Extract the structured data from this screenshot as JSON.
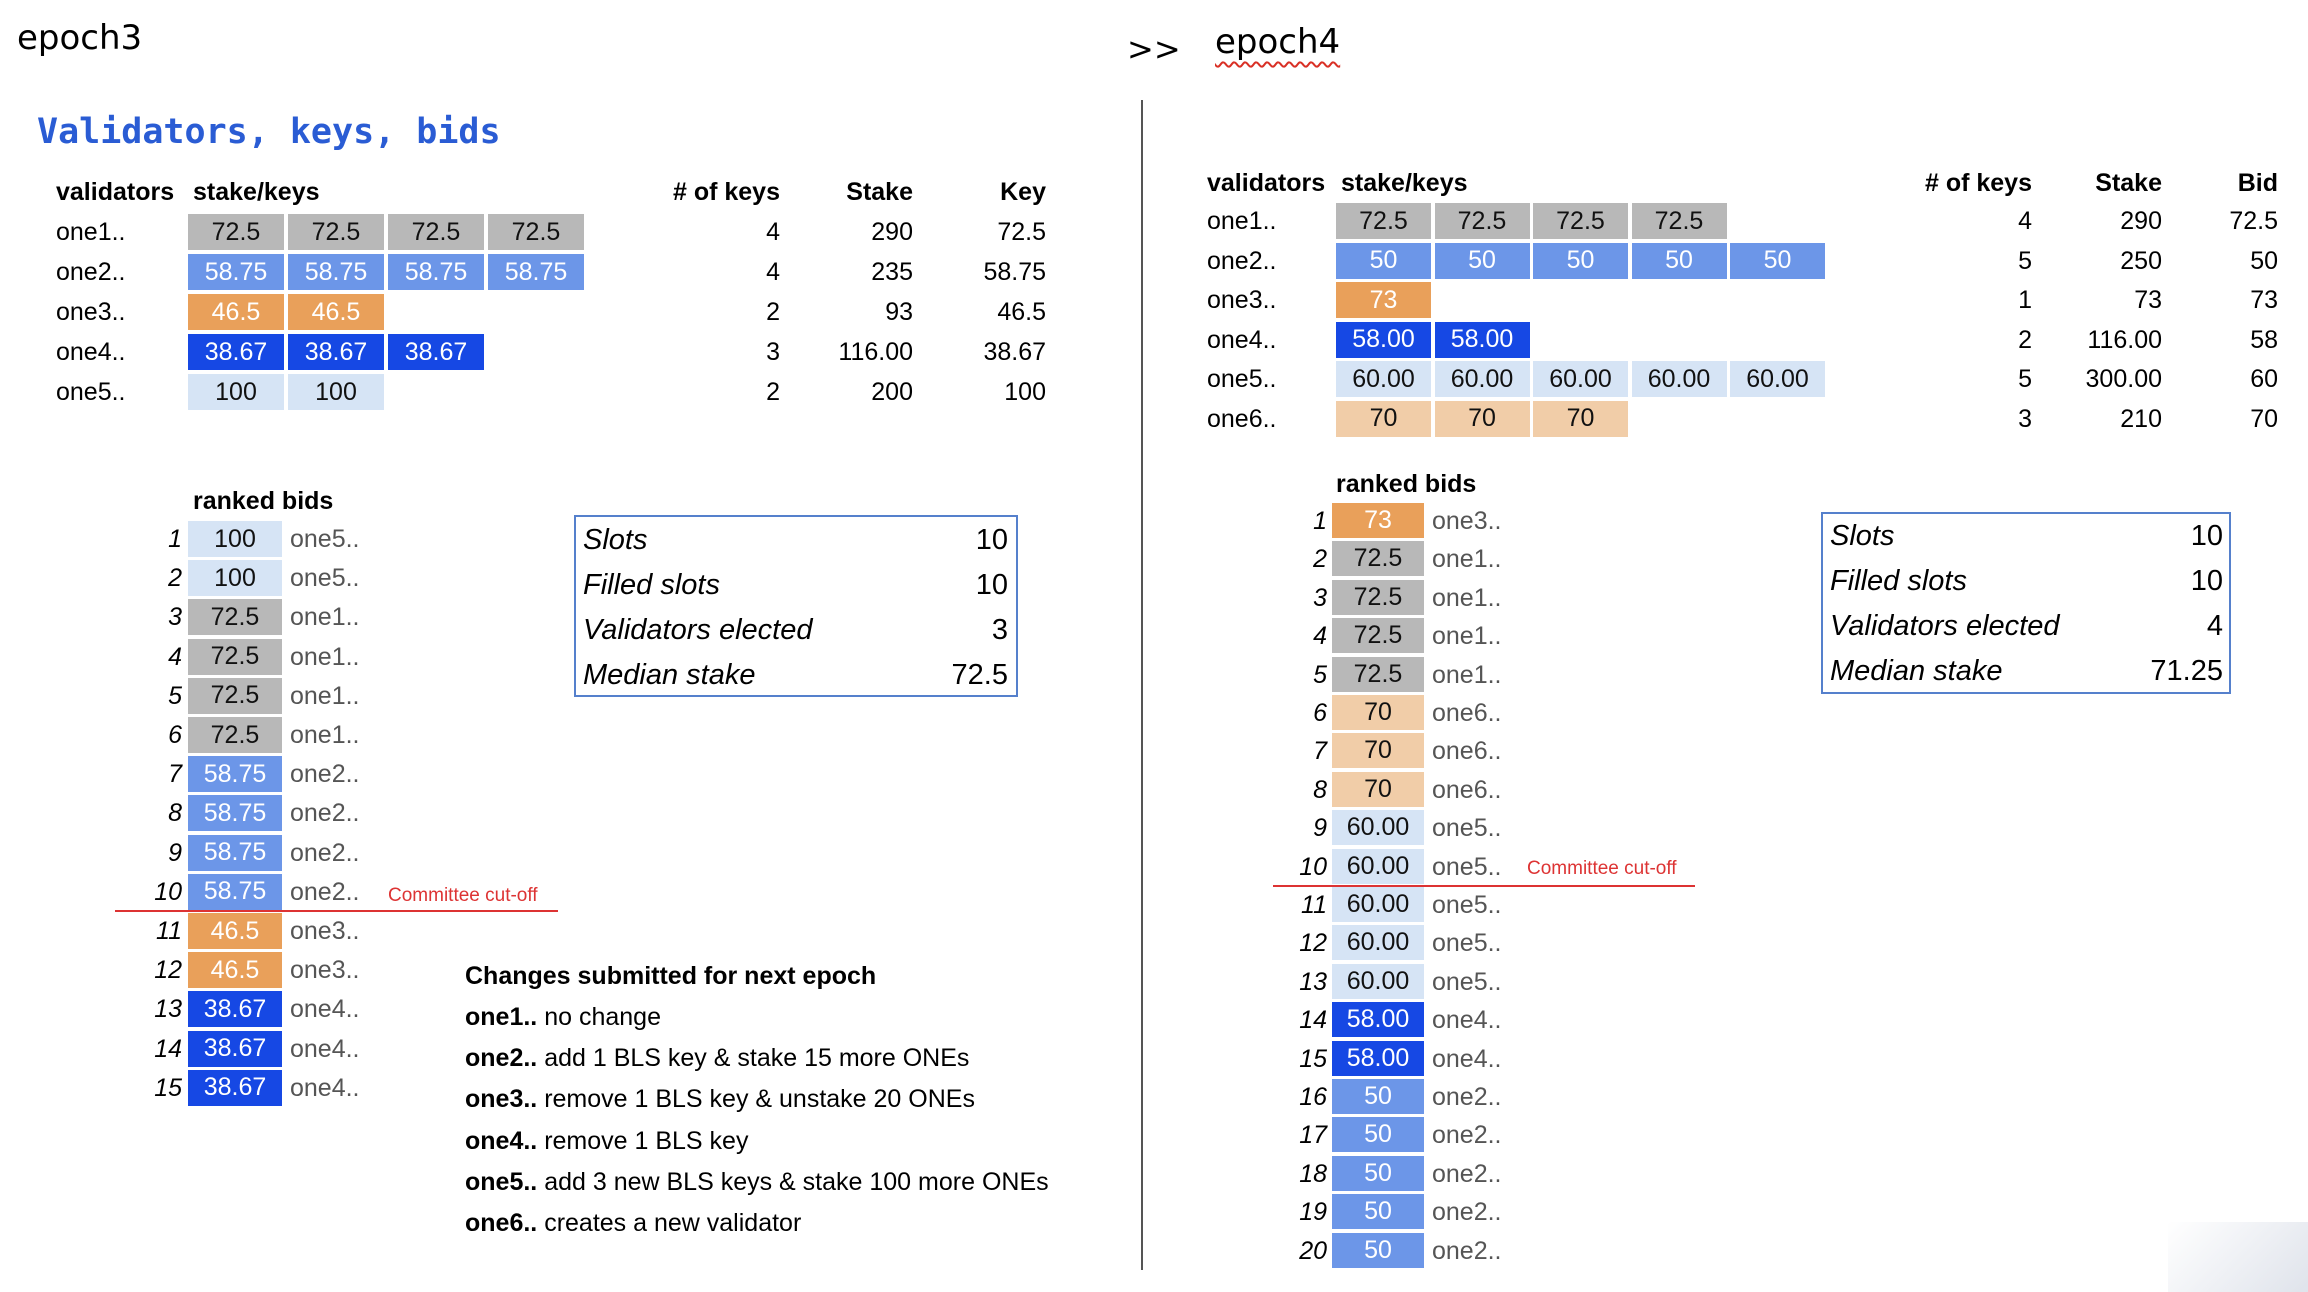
{
  "left": {
    "epoch_label": "epoch3",
    "section_title": "Validators, keys, bids",
    "headers": {
      "validators": "validators",
      "stake_keys": "stake/keys",
      "num_keys": "# of keys",
      "stake": "Stake",
      "last": "Key"
    },
    "validators": [
      {
        "name": "one1..",
        "color": "gray",
        "keys": [
          "72.5",
          "72.5",
          "72.5",
          "72.5"
        ],
        "num_keys": "4",
        "stake": "290",
        "last": "72.5"
      },
      {
        "name": "one2..",
        "color": "mblue",
        "keys": [
          "58.75",
          "58.75",
          "58.75",
          "58.75"
        ],
        "num_keys": "4",
        "stake": "235",
        "last": "58.75"
      },
      {
        "name": "one3..",
        "color": "orange",
        "keys": [
          "46.5",
          "46.5"
        ],
        "num_keys": "2",
        "stake": "93",
        "last": "46.5"
      },
      {
        "name": "one4..",
        "color": "dblue",
        "keys": [
          "38.67",
          "38.67",
          "38.67"
        ],
        "num_keys": "3",
        "stake": "116.00",
        "last": "38.67"
      },
      {
        "name": "one5..",
        "color": "lblue",
        "keys": [
          "100",
          "100"
        ],
        "num_keys": "2",
        "stake": "200",
        "last": "100"
      }
    ],
    "ranked_title": "ranked bids",
    "ranked": [
      {
        "rank": "1",
        "bid": "100",
        "name": "one5..",
        "color": "lblue"
      },
      {
        "rank": "2",
        "bid": "100",
        "name": "one5..",
        "color": "lblue"
      },
      {
        "rank": "3",
        "bid": "72.5",
        "name": "one1..",
        "color": "gray"
      },
      {
        "rank": "4",
        "bid": "72.5",
        "name": "one1..",
        "color": "gray"
      },
      {
        "rank": "5",
        "bid": "72.5",
        "name": "one1..",
        "color": "gray"
      },
      {
        "rank": "6",
        "bid": "72.5",
        "name": "one1..",
        "color": "gray"
      },
      {
        "rank": "7",
        "bid": "58.75",
        "name": "one2..",
        "color": "mblue"
      },
      {
        "rank": "8",
        "bid": "58.75",
        "name": "one2..",
        "color": "mblue"
      },
      {
        "rank": "9",
        "bid": "58.75",
        "name": "one2..",
        "color": "mblue"
      },
      {
        "rank": "10",
        "bid": "58.75",
        "name": "one2..",
        "color": "mblue"
      },
      {
        "rank": "11",
        "bid": "46.5",
        "name": "one3..",
        "color": "orange"
      },
      {
        "rank": "12",
        "bid": "46.5",
        "name": "one3..",
        "color": "orange"
      },
      {
        "rank": "13",
        "bid": "38.67",
        "name": "one4..",
        "color": "dblue"
      },
      {
        "rank": "14",
        "bid": "38.67",
        "name": "one4..",
        "color": "dblue"
      },
      {
        "rank": "15",
        "bid": "38.67",
        "name": "one4..",
        "color": "dblue"
      }
    ],
    "cutoff_label": "Committee cut-off",
    "summary": [
      {
        "label": "Slots",
        "value": "10"
      },
      {
        "label": "Filled slots",
        "value": "10"
      },
      {
        "label": "Validators elected",
        "value": "3"
      },
      {
        "label": "Median stake",
        "value": "72.5"
      }
    ],
    "changes": {
      "title": "Changes submitted for next epoch",
      "items": [
        {
          "name": "one1..",
          "text": "no change"
        },
        {
          "name": "one2..",
          "text": "add 1 BLS key & stake 15 more ONEs"
        },
        {
          "name": "one3..",
          "text": "remove 1 BLS key & unstake 20 ONEs"
        },
        {
          "name": "one4..",
          "text": "remove 1 BLS key"
        },
        {
          "name": "one5..",
          "text": "add 3 new BLS keys & stake 100 more ONEs"
        },
        {
          "name": "one6..",
          "text": "creates a new validator"
        }
      ]
    }
  },
  "arrows": ">>",
  "right": {
    "epoch_label": "epoch4",
    "headers": {
      "validators": "validators",
      "stake_keys": "stake/keys",
      "num_keys": "# of keys",
      "stake": "Stake",
      "last": "Bid"
    },
    "validators": [
      {
        "name": "one1..",
        "color": "gray",
        "keys": [
          "72.5",
          "72.5",
          "72.5",
          "72.5"
        ],
        "num_keys": "4",
        "stake": "290",
        "last": "72.5"
      },
      {
        "name": "one2..",
        "color": "mblue",
        "keys": [
          "50",
          "50",
          "50",
          "50",
          "50"
        ],
        "num_keys": "5",
        "stake": "250",
        "last": "50"
      },
      {
        "name": "one3..",
        "color": "orange",
        "keys": [
          "73"
        ],
        "num_keys": "1",
        "stake": "73",
        "last": "73"
      },
      {
        "name": "one4..",
        "color": "dblue",
        "keys": [
          "58.00",
          "58.00"
        ],
        "num_keys": "2",
        "stake": "116.00",
        "last": "58"
      },
      {
        "name": "one5..",
        "color": "lblue",
        "keys": [
          "60.00",
          "60.00",
          "60.00",
          "60.00",
          "60.00"
        ],
        "num_keys": "5",
        "stake": "300.00",
        "last": "60"
      },
      {
        "name": "one6..",
        "color": "peach",
        "keys": [
          "70",
          "70",
          "70"
        ],
        "num_keys": "3",
        "stake": "210",
        "last": "70"
      }
    ],
    "ranked_title": "ranked bids",
    "ranked": [
      {
        "rank": "1",
        "bid": "73",
        "name": "one3..",
        "color": "orange"
      },
      {
        "rank": "2",
        "bid": "72.5",
        "name": "one1..",
        "color": "gray"
      },
      {
        "rank": "3",
        "bid": "72.5",
        "name": "one1..",
        "color": "gray"
      },
      {
        "rank": "4",
        "bid": "72.5",
        "name": "one1..",
        "color": "gray"
      },
      {
        "rank": "5",
        "bid": "72.5",
        "name": "one1..",
        "color": "gray"
      },
      {
        "rank": "6",
        "bid": "70",
        "name": "one6..",
        "color": "peach"
      },
      {
        "rank": "7",
        "bid": "70",
        "name": "one6..",
        "color": "peach"
      },
      {
        "rank": "8",
        "bid": "70",
        "name": "one6..",
        "color": "peach"
      },
      {
        "rank": "9",
        "bid": "60.00",
        "name": "one5..",
        "color": "lblue"
      },
      {
        "rank": "10",
        "bid": "60.00",
        "name": "one5..",
        "color": "lblue"
      },
      {
        "rank": "11",
        "bid": "60.00",
        "name": "one5..",
        "color": "lblue"
      },
      {
        "rank": "12",
        "bid": "60.00",
        "name": "one5..",
        "color": "lblue"
      },
      {
        "rank": "13",
        "bid": "60.00",
        "name": "one5..",
        "color": "lblue"
      },
      {
        "rank": "14",
        "bid": "58.00",
        "name": "one4..",
        "color": "dblue"
      },
      {
        "rank": "15",
        "bid": "58.00",
        "name": "one4..",
        "color": "dblue"
      },
      {
        "rank": "16",
        "bid": "50",
        "name": "one2..",
        "color": "mblue"
      },
      {
        "rank": "17",
        "bid": "50",
        "name": "one2..",
        "color": "mblue"
      },
      {
        "rank": "18",
        "bid": "50",
        "name": "one2..",
        "color": "mblue"
      },
      {
        "rank": "19",
        "bid": "50",
        "name": "one2..",
        "color": "mblue"
      },
      {
        "rank": "20",
        "bid": "50",
        "name": "one2..",
        "color": "mblue"
      }
    ],
    "cutoff_label": "Committee cut-off",
    "summary": [
      {
        "label": "Slots",
        "value": "10"
      },
      {
        "label": "Filled slots",
        "value": "10"
      },
      {
        "label": "Validators elected",
        "value": "4"
      },
      {
        "label": "Median stake",
        "value": "71.25"
      }
    ]
  }
}
